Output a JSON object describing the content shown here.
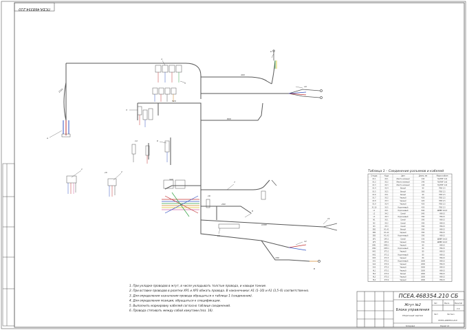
{
  "frame": {
    "corner_code": "ПСЕА.468354.210"
  },
  "table": {
    "title": "Таблица 1 – Соединение разъемов и кабелей",
    "headers": [
      "Откуда",
      "Куда",
      "Цвет",
      "Длина, мм",
      "Марка кабеля"
    ],
    "rows": [
      [
        "Х1:1",
        "Х2:1",
        "Желто-зеленый",
        "240",
        "ПуГВНГ 1х6"
      ],
      [
        "Х1:2",
        "Х2:2",
        "Желто-зеленый",
        "240",
        "ПуГВНГ 1х6"
      ],
      [
        "Х1:3",
        "Х2:3",
        "Желто-зеленый",
        "140",
        "ПуГВНГ 1х6"
      ],
      [
        "Х1:4",
        "Х2:4",
        "Белый",
        "90",
        "ПВ3 2,5"
      ],
      [
        "Х1:5",
        "Х2:5",
        "Белый",
        "360",
        "ПВ3 2,5"
      ],
      [
        "Х1:6",
        "Х3:1",
        "Белый",
        "90",
        "ПВ3 2,5"
      ],
      [
        "Х1:7",
        "Х3:2",
        "Черный",
        "420",
        "ПВ3 2,5"
      ],
      [
        "Х1:8",
        "Х3:3",
        "Черный",
        "420",
        "ПВ3 2,5"
      ],
      [
        "Х1:9",
        "Х3:4",
        "Черный",
        "420",
        "ПВ3 2,5"
      ],
      [
        "Х1:10",
        "Х3:5",
        "Коричневый",
        "420",
        "ПВ3 2,5"
      ],
      [
        "L1",
        "Х4:1",
        "Коричневый",
        "840",
        "ШВВП 2х0,5"
      ],
      [
        "L2",
        "Х4:2",
        "Синий",
        "840",
        "НВ-0,5"
      ],
      [
        "L3",
        "Х4:3",
        "Коричневый",
        "590",
        "НВ-0,5"
      ],
      [
        "N1",
        "Х5:1",
        "Синий",
        "590",
        "НВ-0,5"
      ],
      [
        "N2",
        "Х5:2",
        "Синий",
        "590",
        "НВ-0,5"
      ],
      [
        "N3",
        "Х5:3",
        "Синий",
        "590",
        "НВ-0,5"
      ],
      [
        "SB1",
        "К1:А1",
        "Белый",
        "590",
        "НВ-0,5"
      ],
      [
        "SB2",
        "К1:А2",
        "Черный",
        "590",
        "НВ-0,5"
      ],
      [
        "SB3",
        "К1:А3",
        "Коричневый",
        "590",
        "НВ-0,5"
      ],
      [
        "QF1",
        "QF2:1",
        "Синий",
        "530",
        "ШВВП 2х0,5"
      ],
      [
        "QF3",
        "QF4:1",
        "Черный",
        "530",
        "ШВВП 2х0,5"
      ],
      [
        "КМ1",
        "КМ2:1",
        "Черный",
        "80",
        "НВ-0,5"
      ],
      [
        "КМ2",
        "КМ3:1",
        "Коричневый",
        "80",
        "НВ-0,5"
      ],
      [
        "КК1",
        "ХТ1:1",
        "Черный",
        "80",
        "НВ-0,5"
      ],
      [
        "КК2",
        "ХТ1:2",
        "Коричневый",
        "80",
        "НВ-0,5"
      ],
      [
        "КК3",
        "ХТ1:3",
        "Черный",
        "80",
        "НВ-0,5"
      ],
      [
        "SA1",
        "ХТ2:1",
        "Коричневый",
        "2600",
        "НВ-0,5"
      ],
      [
        "SA2",
        "ХТ2:2",
        "Черный",
        "2600",
        "НВ-0,5"
      ],
      [
        "SA3",
        "ХТ2:3",
        "Черный",
        "2600",
        "НВ-0,5"
      ],
      [
        "HL1",
        "ХТ3:1",
        "Черный",
        "2600",
        "НВ-0,5"
      ],
      [
        "HL2",
        "ХТ3:2",
        "Белый",
        "2600",
        "НВ-0,5"
      ],
      [
        "HL3",
        "ХТ3:3",
        "Черный",
        "2600",
        "НВ-0,5"
      ],
      [
        "HL4",
        "ХТ3:4",
        "Черный",
        "2600",
        "НВ-0,5"
      ]
    ]
  },
  "notes": [
    "1.  При укладке проводов в жгут, в числе укладывать толстые провода, и навыри тонкие.",
    "2.  При вставке проводов в розетки ХР1 и ХР3 обжать провода. В наконечники: А1 (1–10) и А1 (3,5–6) соответственно.",
    "3.  Для определения назначения провода обращаться к таблице 1 (соединения).",
    "4.  Для определения позиции, обращаться к спецификации.",
    "5.  Выполнить маркировку кабелей согласно таблице соединений.",
    "6.  Провода стягивать между собой хомутами (поз. 16)."
  ],
  "title_block": {
    "designation": "ПСЕА.468354.210 СБ",
    "name_line1": "Жгут №2",
    "name_line2": "Блока управления",
    "name_line3": "Сборочный чертеж",
    "bottom_code": "ПСЕА.468354.210",
    "sheet_value": "1:1",
    "stage_label": "Лит.",
    "mass_label": "Масса",
    "scale_label": "Масштаб",
    "sheet_label": "Лист",
    "sheets_label": "Листов 1",
    "format_label": "Формат A3",
    "copy_label": "Копировал"
  },
  "callouts": {
    "c_a": "А",
    "c_b": "Б",
    "c_1": "1",
    "c_2": "2",
    "c_3": "3",
    "c_4": "4",
    "c_5": "5",
    "c_6": "6",
    "c_7": "7",
    "c_8": "8",
    "c_9": "9",
    "c_10": "10",
    "c_11": "11",
    "c_12": "12",
    "c_13": "13",
    "c_14": "14",
    "c_15": "15",
    "c_16": "16",
    "dim_1": "1010",
    "dim_2": "400",
    "dim_3": "520",
    "dim_4": "800",
    "dim_5": "340",
    "dim_6": "260",
    "dim_7": "1200",
    "dim_8": "180"
  },
  "colors": {
    "line": "#555555",
    "wire_blue": "#3050c0",
    "wire_red": "#c03030",
    "wire_green": "#30a040",
    "wire_orange": "#d08020",
    "wire_yellow": "#d8c020",
    "wire_pink": "#d060a0"
  }
}
